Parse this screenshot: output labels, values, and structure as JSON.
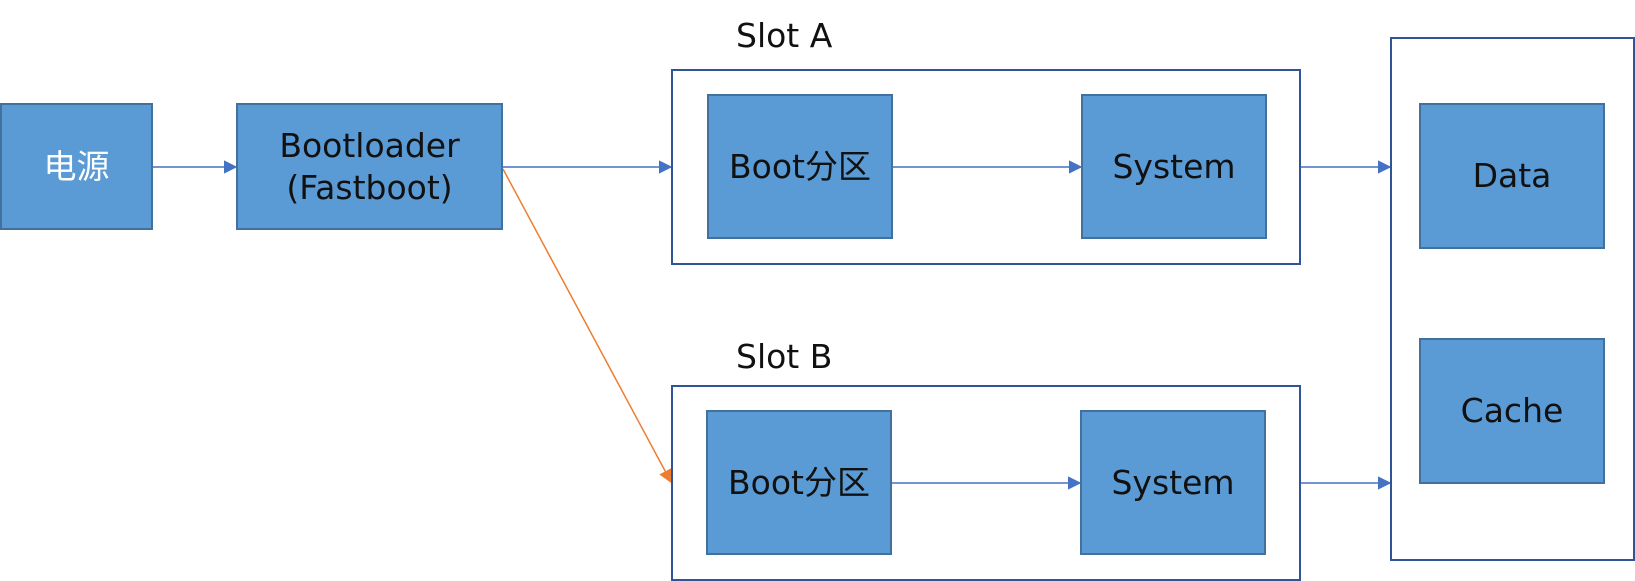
{
  "diagram": {
    "power": {
      "label": "电源"
    },
    "bootloader": {
      "line1": "Bootloader",
      "line2": "(Fastboot)"
    },
    "slot_a": {
      "title": "Slot A",
      "boot": {
        "label": "Boot分区"
      },
      "system": {
        "label": "System"
      }
    },
    "slot_b": {
      "title": "Slot B",
      "boot": {
        "label": "Boot分区"
      },
      "system": {
        "label": "System"
      }
    },
    "shared": {
      "data": {
        "label": "Data"
      },
      "cache": {
        "label": "Cache"
      }
    },
    "colors": {
      "node_fill": "#5b9bd5",
      "node_border": "#41719c",
      "frame_border": "#2f5597",
      "arrow_blue": "#4472c4",
      "arrow_orange": "#ed7d31"
    }
  }
}
